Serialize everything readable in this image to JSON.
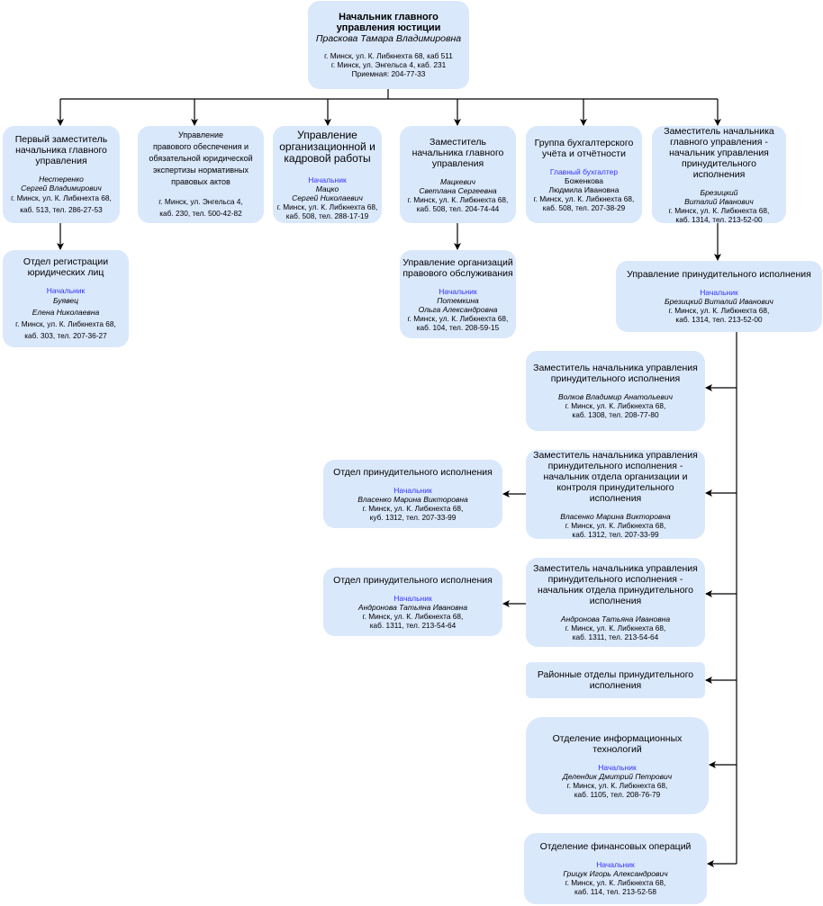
{
  "colors": {
    "box_fill": "#dae8fc",
    "role_text": "#3333ff",
    "line": "#000000"
  },
  "boxes": [
    {
      "title": "Начальник главного\nуправления юстиции",
      "role": "",
      "name": "Праскова Тамара Владимировна",
      "address": "г. Минск, ул. К. Либкнехта 68, каб 511\nг. Минск, ул. Энгельса 4, каб. 231\nПриемная: 204-77-33"
    },
    {
      "title": "Первый заместитель\nначальника главного\nуправления",
      "role": "",
      "name": "Нестеренко\nСергей Владимирович",
      "address": "г. Минск, ул. К. Либкнехта 68,\nкаб. 513, тел. 286-27-53"
    },
    {
      "title": "Управление\nправового обеспечения и\nобязательной юридической\nэкспертизы нормативных\nправовых актов",
      "role": "",
      "name": "",
      "address": "г. Минск, ул. Энгельса 4,\nкаб. 230, тел. 500-42-82"
    },
    {
      "title": "Управление\nорганизационной и\nкадровой работы",
      "role": "Начальник",
      "name": "Мацко\nСергей Николаевич",
      "address": "г. Минск, ул. К. Либкнехта 68,\nкаб. 508, тел. 288-17-19"
    },
    {
      "title": "Заместитель\nначальника главного\nуправления",
      "role": "",
      "name": "Мацкевич\nСветлана Сергеевна",
      "address": "г. Минск, ул. К. Либкнехта 68,\nкаб. 508, тел. 204-74-44"
    },
    {
      "title": "Группа бухгалтерского\nучёта и отчётности",
      "role": "Главный бухгалтер",
      "name": "Боженкова\nЛюдмила Ивановна",
      "address": "г. Минск, ул. К. Либкнехта 68,\nкаб. 508, тел. 207-38-29"
    },
    {
      "title": "Заместитель начальника\nглавного управления -\nначальник управления\nпринудительного исполнения",
      "role": "",
      "name": "Брезицкий\nВиталий Иванович",
      "address": "г. Минск, ул. К. Либкнехта 68,\nкаб. 1314, тел. 213-52-00"
    },
    {
      "title": "Отдел регистрации\nюридических лиц",
      "role": "Начальник",
      "name": "Буявец\nЕлена Николаевна",
      "address": "г. Минск, ул. К. Либкнехта 68,\nкаб. 303, тел. 207-36-27"
    },
    {
      "title": "Управление организаций\nправового обслуживания",
      "role": "Начальник",
      "name": "Потемкина\nОльга Александровна",
      "address": "г. Минск, ул. К. Либкнехта 68,\nкаб. 104, тел. 208-59-15"
    },
    {
      "title": "Управление принудительного исполнения",
      "role": "Начальник",
      "name": "Брезицкий Виталий Иванович",
      "address": "г. Минск, ул. К. Либкнехта 68,\nкаб. 1314, тел. 213-52-00"
    },
    {
      "title": "Заместитель начальника управления\nпринудительного исполнения",
      "role": "",
      "name": "Волков Владимир Анатольевич",
      "address": "г. Минск, ул. К. Либкнехта 68,\nкаб. 1308, тел. 208-77-80"
    },
    {
      "title": "Заместитель начальника управления\nпринудительного исполнения -\nначальник отдела организации и\nконтроля принудительного\nисполнения",
      "role": "",
      "name": "Власенко Марина Викторовна",
      "address": "г. Минск, ул. К. Либкнехта 68,\nкаб. 1312, тел. 207-33-99"
    },
    {
      "title": "Отдел принудительного исполнения",
      "role": "Начальник",
      "name": "Власенко Марина Викторовна",
      "address": "г. Минск, ул. К. Либкнехта 68,\nкуб. 1312, тел. 207-33-99"
    },
    {
      "title": "Заместитель начальника управления\nпринудительного исполнения -\nначальник отдела принудительного\nисполнения",
      "role": "",
      "name": "Андронова Татьяна Ивановна",
      "address": "г. Минск, ул. К. Либкнехта 68,\nкаб. 1311, тел. 213-54-64"
    },
    {
      "title": "Отдел принудительного исполнения",
      "role": "Начальник",
      "name": "Андронова Татьяна Ивановна",
      "address": "г. Минск, ул. К. Либкнехта 68,\nкаб. 1311, тел. 213-54-64"
    },
    {
      "title": "Районные отделы принудительного\nисполнения",
      "role": "",
      "name": "",
      "address": ""
    },
    {
      "title": "Отделение информационных\nтехнологий",
      "role": "Начальник",
      "name": "Делендик Дмитрий Петрович",
      "address": "г. Минск, ул. К. Либкнехта 68,\nкаб. 1105, тел. 208-76-79"
    },
    {
      "title": "Отделение финансовых операций",
      "role": "Начальник",
      "name": "Грицук Игорь Александрович",
      "address": "г. Минск, ул. К. Либкнехта 68,\nкаб. 114, тел. 213-52-58"
    }
  ]
}
